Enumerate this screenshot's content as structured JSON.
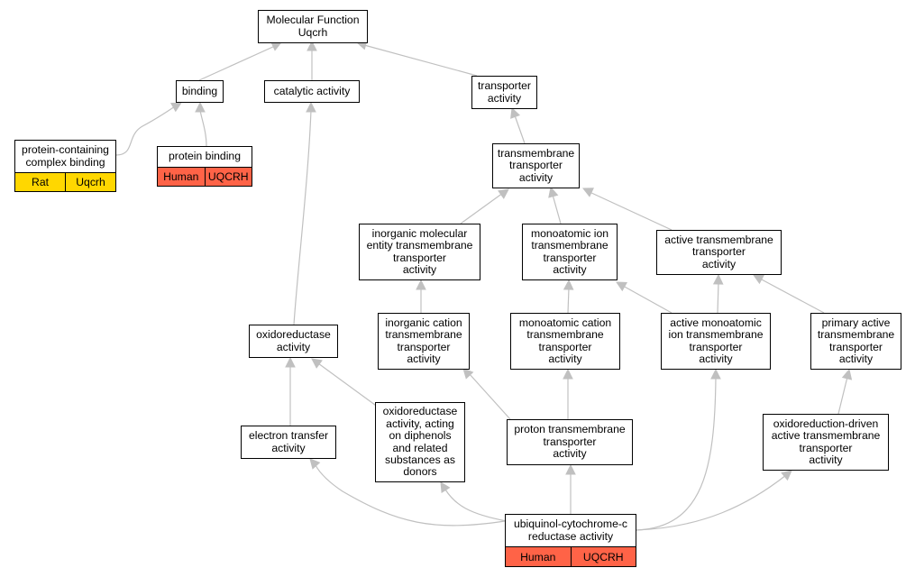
{
  "colors": {
    "edge": "#c0c0c0",
    "rat": "#ffd700",
    "human": "#ff6347"
  },
  "nodes": {
    "mf": [
      "Molecular Function",
      "Uqcrh"
    ],
    "binding": [
      "binding"
    ],
    "catalytic": [
      "catalytic activity"
    ],
    "transporter": [
      "transporter",
      "activity"
    ],
    "pcb": [
      "protein-containing",
      "complex binding"
    ],
    "protein_binding": [
      "protein binding"
    ],
    "tm_transporter": [
      "transmembrane",
      "transporter",
      "activity"
    ],
    "inorg_mol": [
      "inorganic molecular",
      "entity transmembrane",
      "transporter",
      "activity"
    ],
    "monoion": [
      "monoatomic ion",
      "transmembrane",
      "transporter",
      "activity"
    ],
    "active_tm": [
      "active transmembrane",
      "transporter",
      "activity"
    ],
    "oxidoreductase": [
      "oxidoreductase",
      "activity"
    ],
    "inorg_cation": [
      "inorganic cation",
      "transmembrane",
      "transporter",
      "activity"
    ],
    "monocation": [
      "monoatomic cation",
      "transmembrane",
      "transporter",
      "activity"
    ],
    "active_monoion": [
      "active monoatomic",
      "ion transmembrane",
      "transporter",
      "activity"
    ],
    "primary_active": [
      "primary active",
      "transmembrane",
      "transporter",
      "activity"
    ],
    "oxido_diphenols": [
      "oxidoreductase",
      "activity, acting",
      "on diphenols",
      "and related",
      "substances as",
      "donors"
    ],
    "electron_transfer": [
      "electron transfer",
      "activity"
    ],
    "proton_tm": [
      "proton transmembrane",
      "transporter",
      "activity"
    ],
    "oxido_driven": [
      "oxidoreduction-driven",
      "active transmembrane",
      "transporter",
      "activity"
    ],
    "ubiquinol": [
      "ubiquinol-cytochrome-c",
      "reductase activity"
    ]
  },
  "annotations": {
    "pcb": [
      "Rat",
      "Uqcrh"
    ],
    "protein_binding": [
      "Human",
      "UQCRH"
    ],
    "ubiquinol": [
      "Human",
      "UQCRH"
    ]
  }
}
